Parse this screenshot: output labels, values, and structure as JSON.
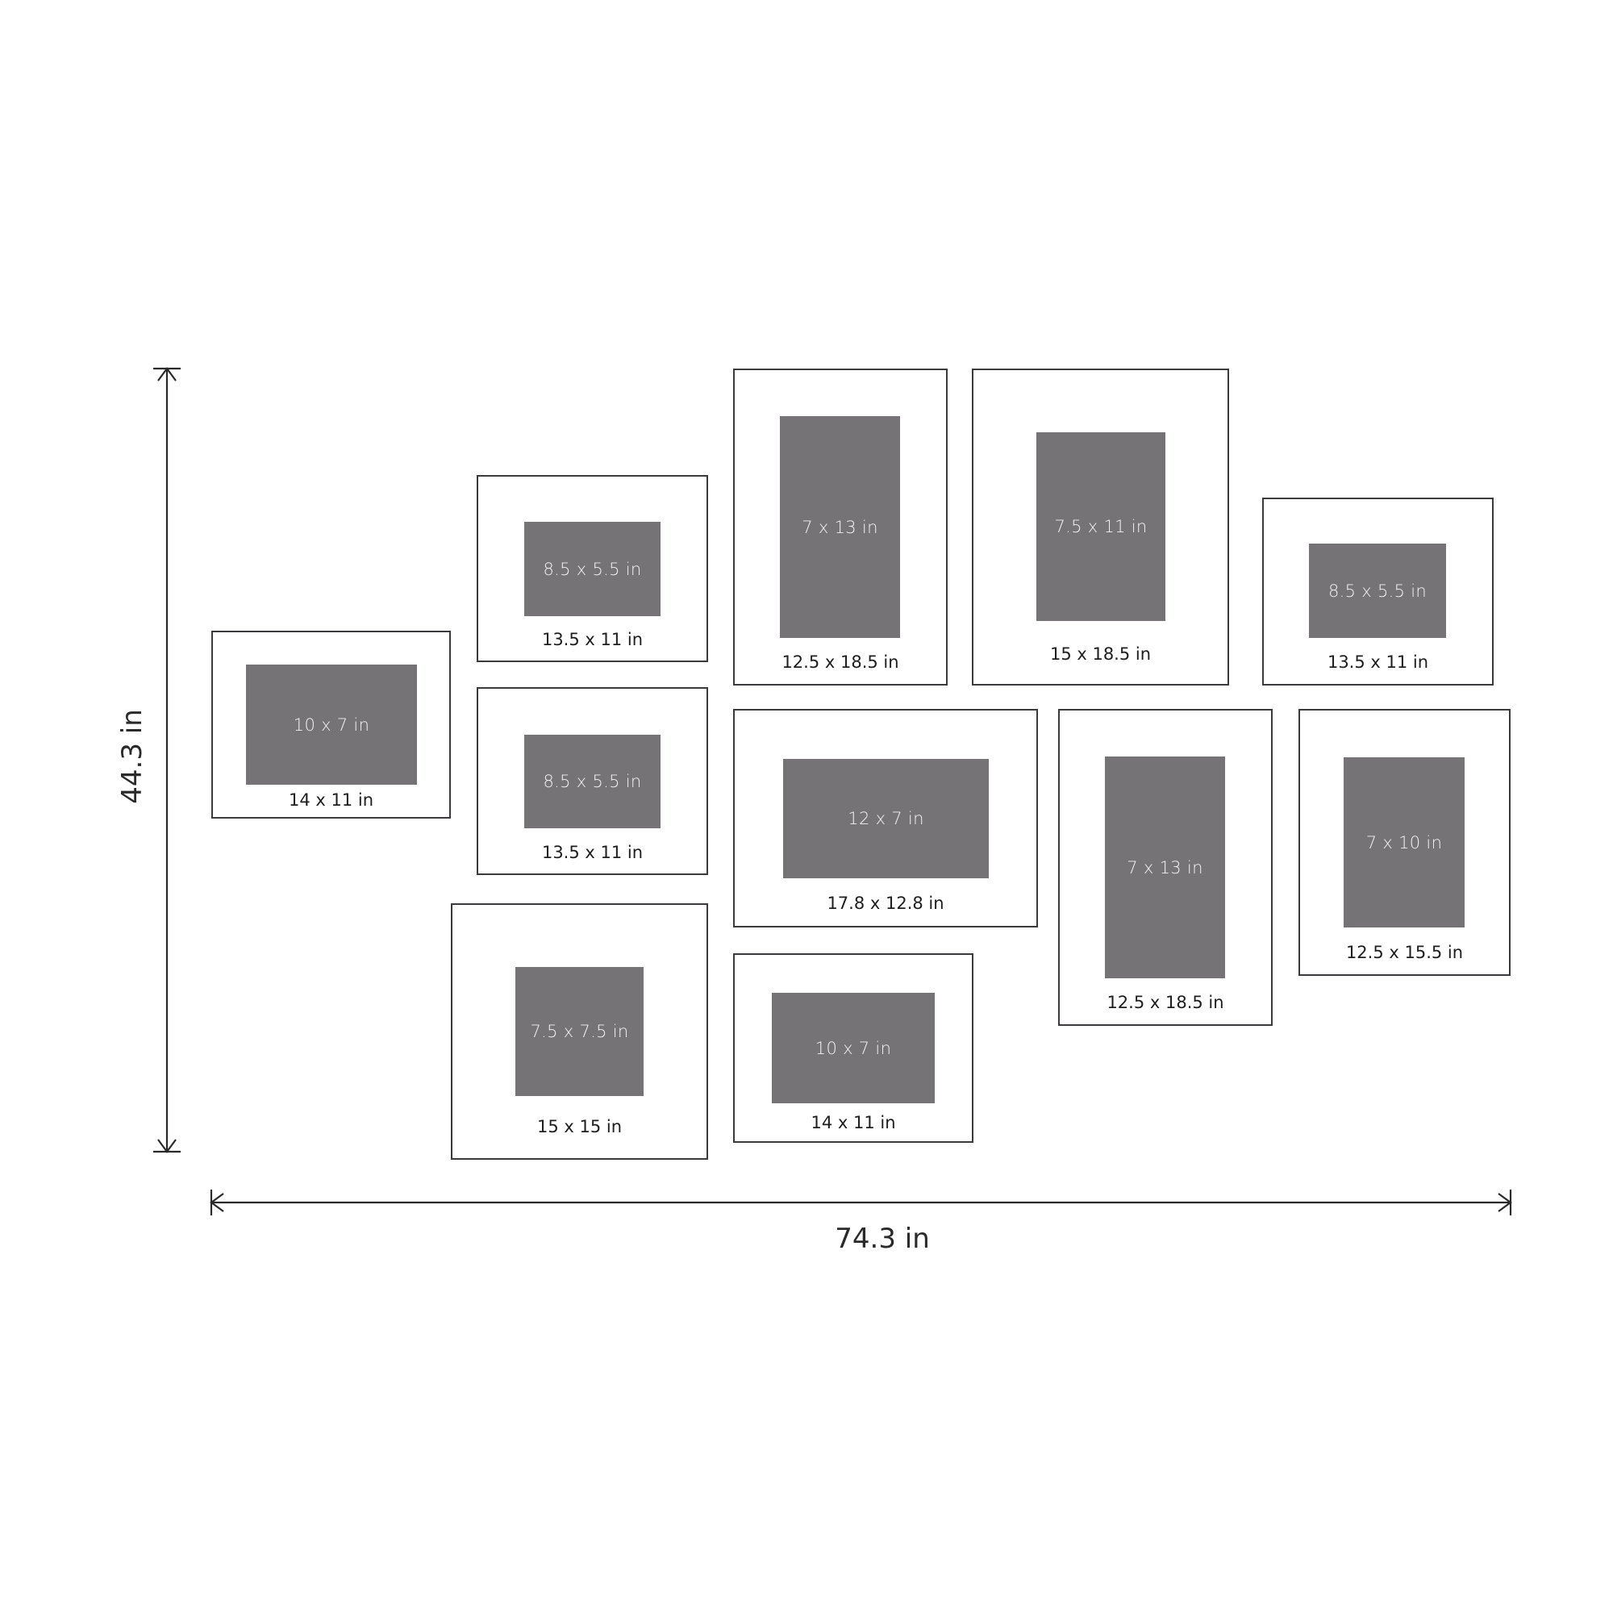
{
  "dimensions": {
    "overall_height": "44.3 in",
    "overall_width": "74.3 in"
  },
  "colors": {
    "photo": "#757376",
    "stroke": "#3c3a3c",
    "background": "#ffffff"
  },
  "frames": [
    {
      "frame_size": "14 x 11 in",
      "photo_size": "10 x 7 in"
    },
    {
      "frame_size": "13.5 x 11 in",
      "photo_size": "8.5 x 5.5 in"
    },
    {
      "frame_size": "13.5 x 11 in",
      "photo_size": "8.5 x 5.5 in"
    },
    {
      "frame_size": "15 x 15 in",
      "photo_size": "7.5 x 7.5 in"
    },
    {
      "frame_size": "12.5 x 18.5 in",
      "photo_size": "7 x 13 in"
    },
    {
      "frame_size": "15 x 18.5 in",
      "photo_size": "7.5 x 11 in"
    },
    {
      "frame_size": "13.5 x 11 in",
      "photo_size": "8.5 x 5.5 in"
    },
    {
      "frame_size": "17.8 x 12.8 in",
      "photo_size": "12 x 7 in"
    },
    {
      "frame_size": "14 x 11 in",
      "photo_size": "10 x 7 in"
    },
    {
      "frame_size": "12.5 x 18.5 in",
      "photo_size": "7 x 13 in"
    },
    {
      "frame_size": "12.5 x 15.5 in",
      "photo_size": "7 x 10 in"
    }
  ]
}
